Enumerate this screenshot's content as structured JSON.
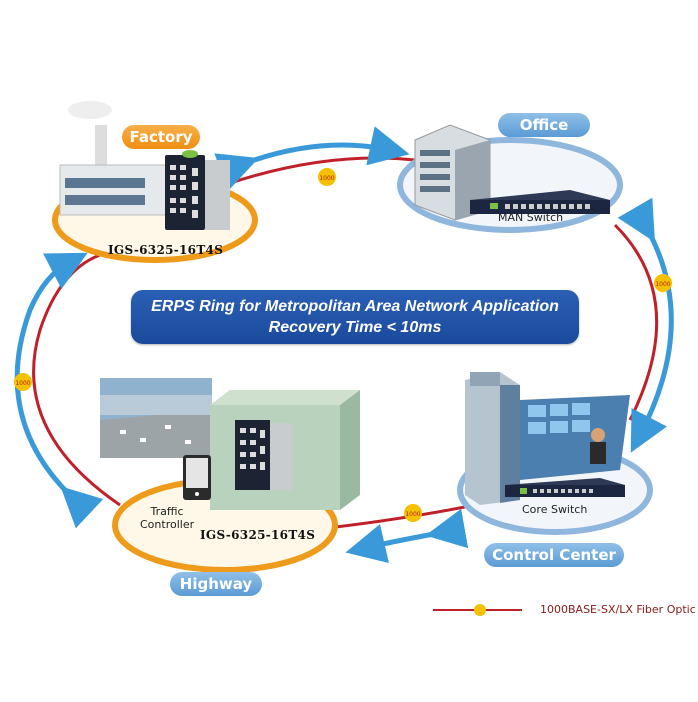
{
  "title": "ERPS Ring for Metropolitan Area Network Application",
  "subtitle": "Recovery Time < 10ms",
  "sites": {
    "factory": {
      "label": "Factory",
      "device": "IGS-6325-16T4S"
    },
    "office": {
      "label": "Office",
      "device": "MAN Switch"
    },
    "highway": {
      "label": "Highway",
      "device": "IGS-6325-16T4S",
      "extra": "Traffic Controller",
      "extra_line1": "Traffic",
      "extra_line2": "Controller"
    },
    "control_center": {
      "label": "Control Center",
      "device": "Core Switch"
    }
  },
  "link_badge": "1000",
  "legend": {
    "text": "1000BASE-SX/LX Fiber Optic",
    "line_color": "#c0202a",
    "badge_color": "#f5c000"
  },
  "colors": {
    "ring": "#c0202a",
    "arrow": "#3a9ad9",
    "orange_pill": "#ee8f12",
    "blue_pill": "#5b9bd5",
    "banner": "#1f4fa3"
  }
}
